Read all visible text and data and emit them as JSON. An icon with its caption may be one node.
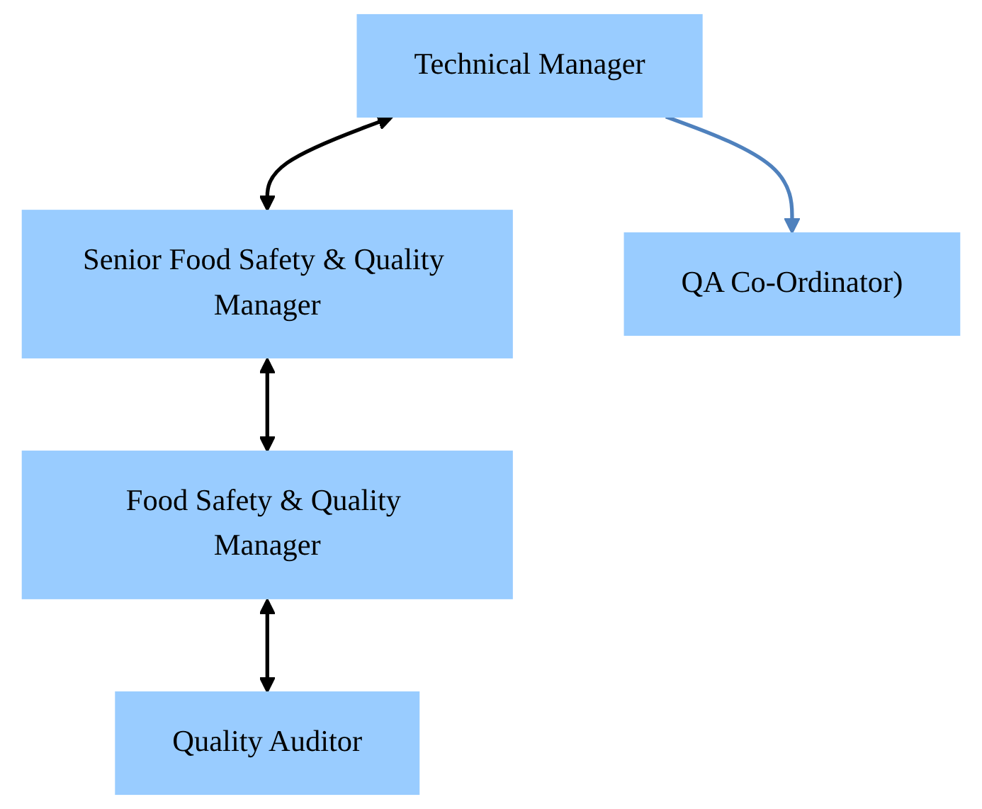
{
  "diagram": {
    "nodes": [
      {
        "text": [
          "Technical Manager"
        ]
      },
      {
        "text": [
          "Senior Food Safety & Quality Manager"
        ]
      },
      {
        "text": [
          "Food Safety & Quality Manager"
        ]
      },
      {
        "text": [
          "Quality Auditor"
        ]
      },
      {
        "text": [
          "QA Co-Ordinator)"
        ]
      }
    ],
    "edges": [
      {
        "from": 0,
        "to": 1,
        "arrow": "both"
      },
      {
        "from": 1,
        "to": 2,
        "arrow": "both"
      },
      {
        "from": 2,
        "to": 3,
        "arrow": "both"
      },
      {
        "from": 0,
        "to": 4,
        "arrow": "to",
        "color": "#4f81bd"
      }
    ]
  }
}
